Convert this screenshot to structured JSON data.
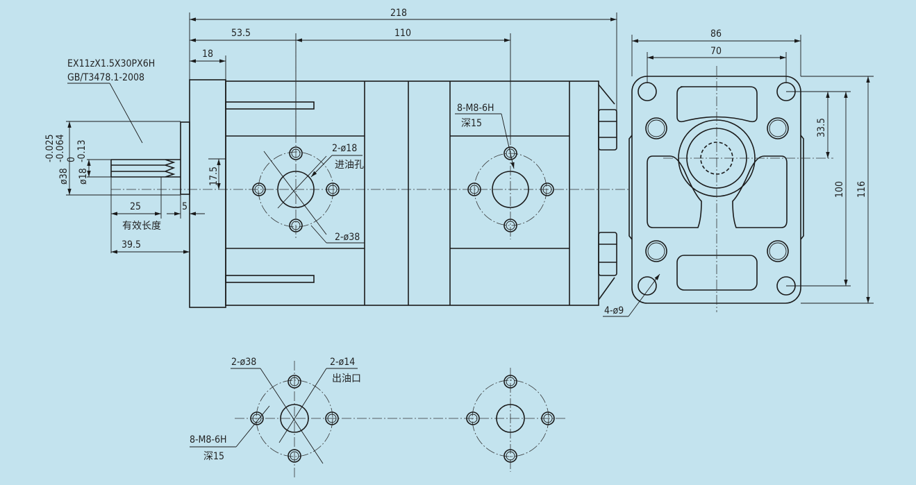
{
  "dimensions": {
    "overall_length": "218",
    "port1_offset": "53.5",
    "port_spacing": "110",
    "flange_width": "18",
    "spline_spec_line1": "EX11zX1.5X30PX6H",
    "spline_spec_line2": "GB/T3478.1-2008",
    "pilot_diameter": "ø38",
    "pilot_tol_upper": "-0.025",
    "pilot_tol_lower": "-0.064",
    "shaft_diameter": "ø18",
    "shaft_tol_upper": "0",
    "shaft_tol_lower": "-0.13",
    "shaft_offset": "17.5",
    "spline_length": "25",
    "collar_length": "5",
    "effective_length_label": "有效长度",
    "shaft_total": "39.5",
    "inlet_hole": "2-ø18",
    "inlet_label": "进油孔",
    "inlet_bolt_circle": "2-ø38",
    "thread_spec": "8-M8-6H",
    "thread_depth": "深15",
    "plate_width": "86",
    "hole_spacing_x": "70",
    "center_offset": "33.5",
    "hole_spacing_y": "100",
    "plate_height": "116",
    "mount_holes": "4-ø9",
    "outlet_bolt_circle": "2-ø38",
    "outlet_hole": "2-ø14",
    "outlet_label": "出油口",
    "bottom_thread_spec": "8-M8-6H",
    "bottom_thread_depth": "深15"
  }
}
